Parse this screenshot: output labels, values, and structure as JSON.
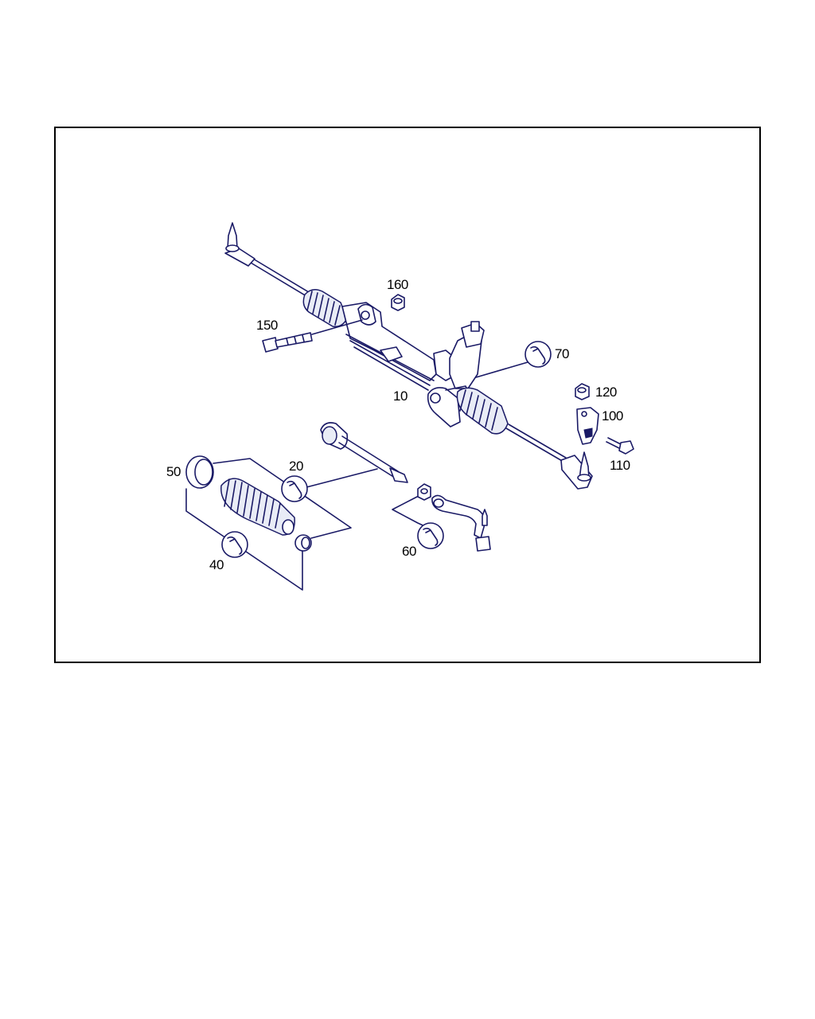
{
  "labels": {
    "p10": "10",
    "p20": "20",
    "p40": "40",
    "p50": "50",
    "p60": "60",
    "p70": "70",
    "p100": "100",
    "p110": "110",
    "p120": "120",
    "p150": "150",
    "p160": "160"
  },
  "icons": {
    "wrench_marker": "wrench-icon"
  },
  "colors": {
    "line": "#1a1a66",
    "frame": "#000000",
    "background": "#ffffff"
  }
}
